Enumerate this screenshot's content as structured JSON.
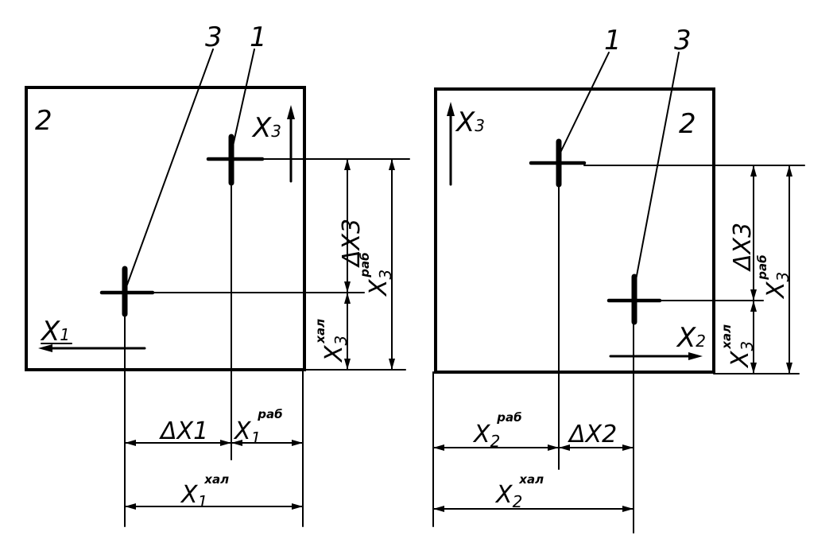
{
  "labels": {
    "leader_1": "1",
    "leader_2": "2",
    "leader_3": "3",
    "x1": "X1",
    "x2": "X2",
    "x3": "X3"
  },
  "dimensions": {
    "delta_x1": "ΔX1",
    "delta_x2": "ΔX2",
    "delta_x3": "ΔX3",
    "base": "X",
    "sub_1": "1",
    "sub_2": "2",
    "sub_3": "3",
    "sup_rab": "раб",
    "sup_hal": "хал"
  }
}
